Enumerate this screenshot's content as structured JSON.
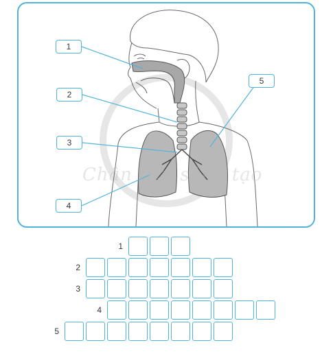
{
  "diagram": {
    "callouts": [
      "1",
      "2",
      "3",
      "4",
      "5"
    ],
    "watermark": "Chân trời sáng tạo"
  },
  "crossword": {
    "rows": [
      {
        "label": "1",
        "start": 3,
        "length": 3
      },
      {
        "label": "2",
        "start": 1,
        "length": 7
      },
      {
        "label": "3",
        "start": 1,
        "length": 7
      },
      {
        "label": "4",
        "start": 2,
        "length": 8
      },
      {
        "label": "5",
        "start": 0,
        "length": 8
      }
    ]
  },
  "colors": {
    "frame": "#4fb3d9",
    "organ": "#b8b8b8",
    "outline": "#555555"
  }
}
